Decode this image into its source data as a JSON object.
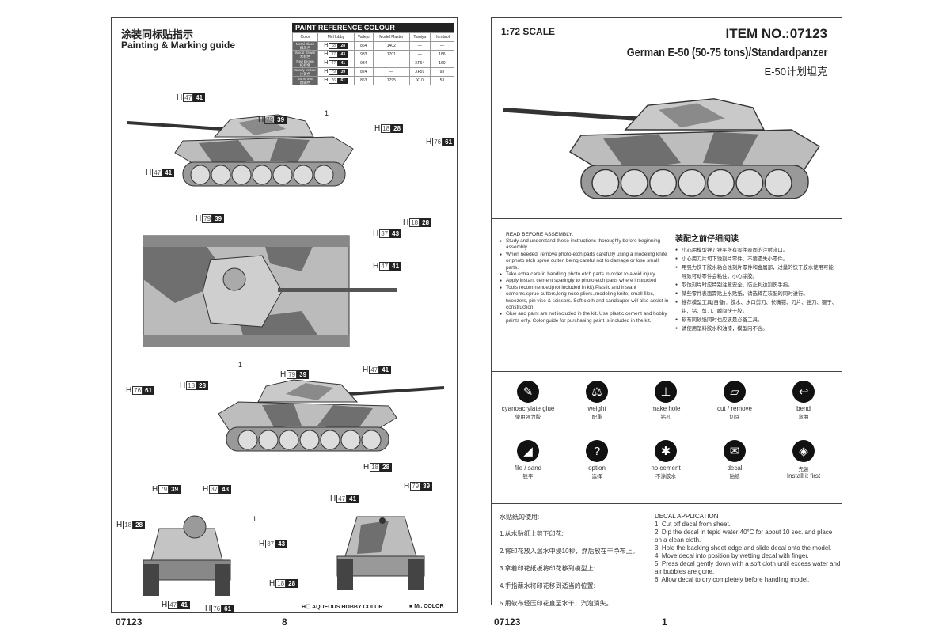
{
  "left_page": {
    "title_cn": "涂装同标贴指示",
    "title_en": "Painting & Marking guide",
    "paint_table": {
      "caption": "PAINT REFERENCE COLOUR",
      "headers": [
        "Color",
        "Mr.Hobby",
        "Vallejo",
        "Model Master",
        "Tamiya",
        "Humbrol"
      ],
      "rows": [
        {
          "color": "Metal Black",
          "color_cn": "鐵黑色",
          "h": "18",
          "mr": "28",
          "vallejo": "864",
          "mm": "1402",
          "tamiya": "—",
          "humbrol": "—"
        },
        {
          "color": "Wood Brown",
          "color_cn": "木棕色",
          "h": "37",
          "mr": "43",
          "vallejo": "983",
          "mm": "1701",
          "tamiya": "—",
          "humbrol": "186"
        },
        {
          "color": "Red Brown",
          "color_cn": "紅棕色",
          "h": "47",
          "mr": "41",
          "vallejo": "984",
          "mm": "—",
          "tamiya": "XF64",
          "humbrol": "160"
        },
        {
          "color": "Sandy Yellow",
          "color_cn": "沙黃色",
          "h": "79",
          "mr": "39",
          "vallejo": "824",
          "mm": "—",
          "tamiya": "XF59",
          "humbrol": "93"
        },
        {
          "color": "Burnt Iron",
          "color_cn": "燒鐵色",
          "h": "76",
          "mr": "61",
          "vallejo": "863",
          "mm": "1795",
          "tamiya": "X10",
          "humbrol": "53"
        }
      ]
    },
    "callouts": [
      {
        "h": "47",
        "mr": "41"
      },
      {
        "h": "79",
        "mr": "39"
      },
      {
        "h": "18",
        "mr": "28"
      },
      {
        "h": "76",
        "mr": "61"
      },
      {
        "h": "47",
        "mr": "41"
      },
      {
        "h": "79",
        "mr": "39"
      },
      {
        "h": "18",
        "mr": "28"
      },
      {
        "h": "37",
        "mr": "43"
      },
      {
        "h": "47",
        "mr": "41"
      },
      {
        "h": "79",
        "mr": "39"
      },
      {
        "h": "47",
        "mr": "41"
      },
      {
        "h": "18",
        "mr": "28"
      },
      {
        "h": "76",
        "mr": "61"
      },
      {
        "h": "18",
        "mr": "28"
      },
      {
        "h": "79",
        "mr": "39"
      },
      {
        "h": "37",
        "mr": "43"
      },
      {
        "h": "47",
        "mr": "41"
      },
      {
        "h": "79",
        "mr": "39"
      },
      {
        "h": "18",
        "mr": "28"
      },
      {
        "h": "37",
        "mr": "43"
      },
      {
        "h": "18",
        "mr": "28"
      },
      {
        "h": "47",
        "mr": "41"
      },
      {
        "h": "76",
        "mr": "61"
      }
    ],
    "decal_number": "1",
    "legend_aqueous": "AQUEOUS HOBBY COLOR",
    "legend_mr": "Mr. COLOR",
    "item_code": "07123",
    "page_number": "8"
  },
  "right_page": {
    "scale": "1:72 SCALE",
    "item_no": "ITEM NO.:07123",
    "title_en": "German E-50 (50-75 tons)/Standardpanzer",
    "title_cn": "E-50计划坦克",
    "read_before": {
      "heading": "READ BEFORE ASSEMBLY:",
      "items": [
        "Study and understand these instructions thoroughly before beginning assembly",
        "When needed, remove photo-etch parts carefully using a modeling knife or photo etch sprue cutter, being careful not to damage or lose small parts.",
        "Take extra care in handling photo etch parts in order to avoid injury",
        "Apply instant cement sparingly to photo etch parts where instructed",
        "Tools recommended(not included in kit):Plastic and instant cements,sprue cutters,long nose pliers.,modeling knife, small files, tweezers, pin vise & scissors. Soft cloth and sandpaper will also assist in construction",
        "Glue and paint are not included in the kit. Use plastic cement and hobby paints only. Color guide for purchasing paint is included in the kit."
      ]
    },
    "read_before_cn": {
      "heading": "装配之前仔细阅读",
      "items": [
        "小心用模型锉刀锉平所有零件表面的注射浇口。",
        "小心用刀片切下蚀刻片零件，不要遗失小零件。",
        "用强力快干胶水粘合蚀刻片零件和金属部，过量的快干胶水使用可能导致可动零件会粘住，小心涂胶。",
        "取蚀刻片时应特别注意安全，防止利边割伤手指。",
        "某些零件表面需贴上水贴纸，请选择在装配的同时进行。",
        "推荐模型工具(自备)：胶水、水口剪刀、长嘴钳、刀片、锉刀、镊子、钳、钻、剪刀、瞬间快干胶。",
        "软布同砂纸同时也应该是必备工具。",
        "请使用塑料胶水和油漆，模型内不含。"
      ]
    },
    "icons": [
      {
        "name": "cyanoacrylate glue",
        "cn": "使用强力胶",
        "icon": "glue-icon"
      },
      {
        "name": "weight",
        "cn": "配重",
        "icon": "weight-icon"
      },
      {
        "name": "make hole",
        "cn": "钻孔",
        "icon": "drill-icon"
      },
      {
        "name": "cut / remove",
        "cn": "切除",
        "icon": "cut-icon"
      },
      {
        "name": "bend",
        "cn": "弯曲",
        "icon": "bend-icon"
      },
      {
        "name": "file / sand",
        "cn": "锉平",
        "icon": "file-icon"
      },
      {
        "name": "option",
        "cn": "选择",
        "icon": "option-icon"
      },
      {
        "name": "no cement",
        "cn": "不涂胶水",
        "icon": "no-cement-icon"
      },
      {
        "name": "decal",
        "cn": "贴纸",
        "icon": "decal-icon"
      },
      {
        "name": "Install it first",
        "cn": "先装",
        "icon": "install-first-icon"
      }
    ],
    "decal_cn": {
      "heading": "水贴纸的使用:",
      "items": [
        "1.从水贴纸上剪下印花:",
        "2.将印花放入温水中浸10秒，然后放在干净布上。",
        "3.拿着印花纸板将印花移到模型上:",
        "4.手指蘸水将印花移到适当的位置:",
        "5.用软布轻压印花直至水干，汽泡消失。"
      ]
    },
    "decal_en": {
      "heading": "DECAL APPLICATION",
      "items": [
        "1. Cut off decal from sheet.",
        "2. Dip the decal in tepid water 40°C for about 10 sec. and place on a clean cloth.",
        "3. Hold the backing sheet edge and slide decal onto the model.",
        "4. Move decal into position by wetting decal with finger.",
        "5. Press decal gently down with a soft cloth until excess water and air bubbles are gone.",
        "6. Allow decal to dry completely before handling model."
      ]
    },
    "item_code": "07123",
    "page_number": "1"
  }
}
